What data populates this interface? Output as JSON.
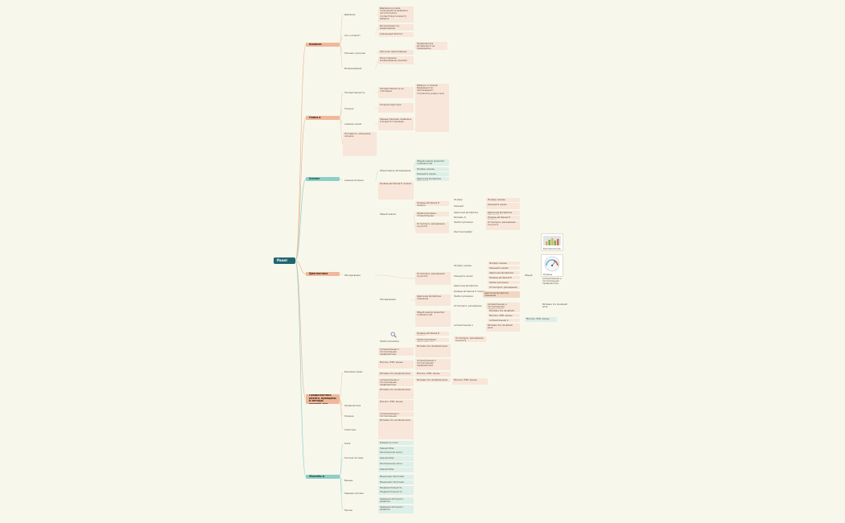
{
  "root": {
    "label": "Рахит ДС"
  },
  "branches": [
    {
      "id": "b1",
      "label": "Анамнез заболевания",
      "style": "warm"
    },
    {
      "id": "b2",
      "label": "Семья и наследственность",
      "style": "warm"
    },
    {
      "id": "b3",
      "label": "Анализ",
      "style": "teal"
    },
    {
      "id": "b4",
      "label": "Диагностика",
      "style": "warm"
    },
    {
      "id": "b5",
      "label": "Профилактика рахита, принципы и методы лечения при выявлении рахита",
      "style": "warm"
    },
    {
      "id": "b6",
      "label": "Жалобы и симптомы",
      "style": "teal"
    }
  ],
  "labels": {
    "l1": "Давление",
    "l2": "Сон и аппетит",
    "l3": "Питание, прогулки",
    "l4": "Вскармливание",
    "l5": "Наследственность",
    "l6": "Течение",
    "l7": "Анамнез жизни",
    "l8": "Анамнез болезни",
    "l9": "Обследование",
    "l10": "Биохимия крови",
    "l11": "Общий анализ",
    "l12": "Фосфор",
    "l13": "Кальций",
    "l14": "Щелочная фосфатаза",
    "l15": "Витамин D",
    "l16": "Проба Сулковича",
    "l17": "Рентгенография",
    "l18": "Профилактика",
    "l19": "Лечение",
    "l20": "Симптомы",
    "l21": "Кожа",
    "l22": "Костная система",
    "l23": "Мышцы",
    "l24": "Нервная система",
    "l25": "Прочее"
  },
  "texts": {
    "t1": "Давление в норме, отклонений не выявлено, частота пульса соответствует возрасту ребенка",
    "t2": "Беспокойный сон, вздрагивания",
    "t3": "Сниженный аппетит",
    "t4": "Прогулки нерегулярные",
    "t5": "Искусственное вскармливание смесями",
    "t6": "Профилактика витамином D не проводилась",
    "t7": "Наследственность не отягощена",
    "t8": "Течение подострое",
    "t9": "Ребенок от второй беременности, протекавшей с токсикозом, роды в срок",
    "t10": "Первые признаки появились в возрасте 3 месяцев",
    "t11": "Потливость, облысение затылка",
    "t12": "Объективное обследование",
    "t13": "Общий анализ крови без особенностей",
    "t14": "Фосфор снижен",
    "t15": "Кальций в норме",
    "t16": "Щелочная фосфатаза повышена",
    "t17": "Уровень витамина D снижен",
    "t18": "Проба Сулковича отрицательная",
    "t19": "Остеопороз, расширение зон роста",
    "t20": "Антенатальная и постнатальная профилактика",
    "t21": "Витамин D в лечебной дозе",
    "t22": "Массаж, ЛФК, ванны",
    "t23": "Бледность кожи",
    "t24": "Краниотабес",
    "t25": "Рахитические четки",
    "t26": "Мышечная гипотония",
    "t27": "Раздражительность",
    "t28": "Задержка моторного развития"
  },
  "images": {
    "chart_caption": "Биохимический анализ",
    "gauge_caption": "Уровень витамина D"
  },
  "colors": {
    "background": "#f8f7ec",
    "root": "#1f6670",
    "warm_branch": "#f0b89b",
    "teal_branch": "#8dcfc6",
    "warm_box": "#f7e6d9",
    "teal_box": "#dcefe8",
    "connector_warm": "#e6b89a",
    "connector_teal": "#8dcfc6"
  }
}
